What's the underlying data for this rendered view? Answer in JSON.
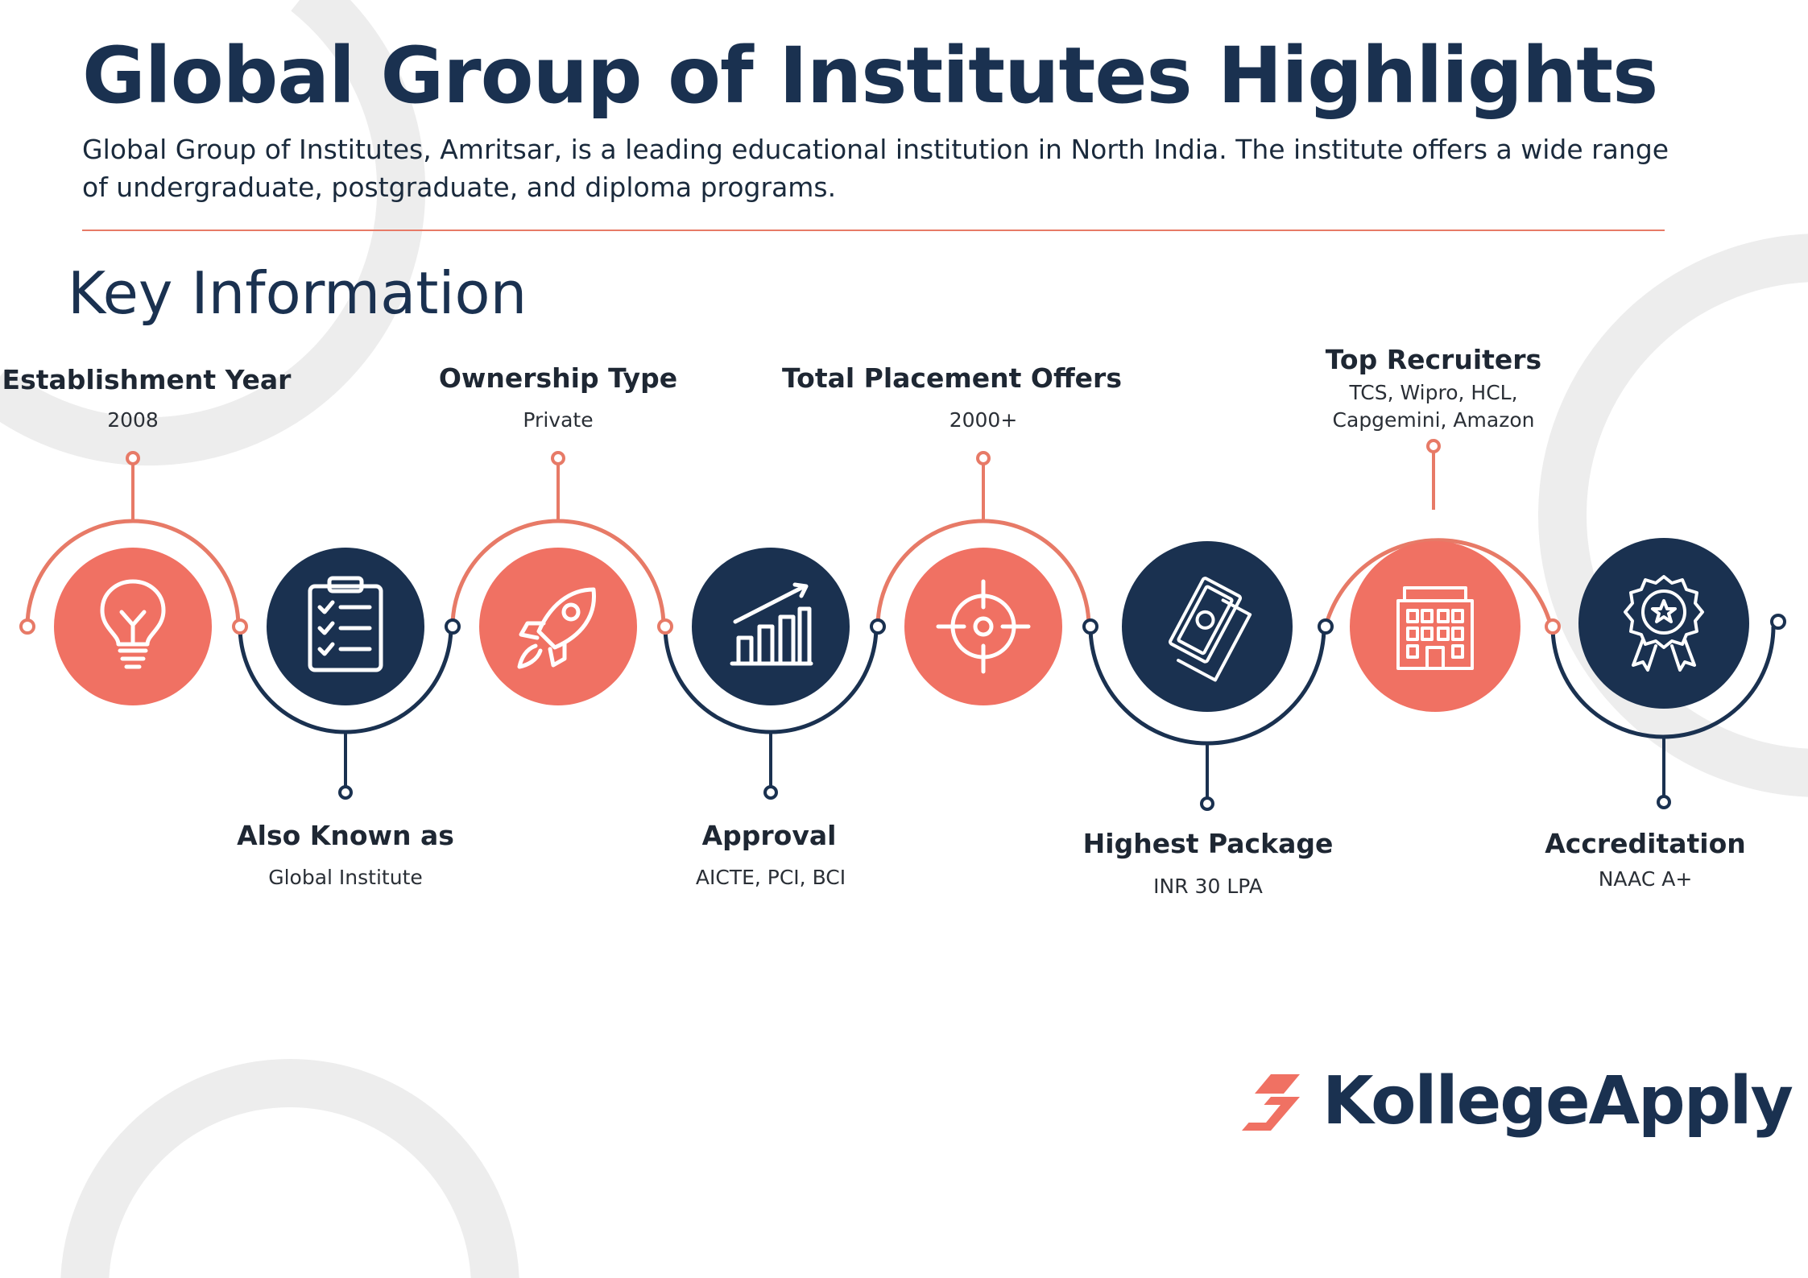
{
  "title": "Global Group of Institutes Highlights",
  "subtitle": "Global Group of Institutes, Amritsar, is a leading educational institution in North India. The institute offers a wide range of undergraduate, postgraduate, and diploma programs.",
  "section_heading": "Key Information",
  "colors": {
    "navy": "#1a3150",
    "coral": "#f07163",
    "deco_gray": "#ededed"
  },
  "items": [
    {
      "label": "Establishment Year",
      "value_lines": [
        "2008"
      ],
      "icon": "lightbulb-icon",
      "position": "top",
      "color": "coral"
    },
    {
      "label": "Also Known as",
      "value_lines": [
        "Global Institute"
      ],
      "icon": "clipboard-checklist-icon",
      "position": "bottom",
      "color": "navy"
    },
    {
      "label": "Ownership Type",
      "value_lines": [
        "Private"
      ],
      "icon": "rocket-icon",
      "position": "top",
      "color": "coral"
    },
    {
      "label": "Approval",
      "value_lines": [
        "AICTE, PCI, BCI"
      ],
      "icon": "growth-chart-icon",
      "position": "bottom",
      "color": "navy"
    },
    {
      "label": "Total Placement Offers",
      "value_lines": [
        "2000+"
      ],
      "icon": "target-icon",
      "position": "top",
      "color": "coral"
    },
    {
      "label": "Highest Package",
      "value_lines": [
        "INR 30 LPA"
      ],
      "icon": "money-icon",
      "position": "bottom",
      "color": "navy"
    },
    {
      "label": "Top Recruiters",
      "value_lines": [
        "TCS, Wipro, HCL,",
        "Capgemini, Amazon"
      ],
      "icon": "office-building-icon",
      "position": "top",
      "color": "coral"
    },
    {
      "label": "Accreditation",
      "value_lines": [
        "NAAC A+"
      ],
      "icon": "award-badge-icon",
      "position": "bottom",
      "color": "navy"
    }
  ],
  "logo": {
    "text": "KollegeApply",
    "icon": "kollegeapply-chevron-logo-icon"
  }
}
